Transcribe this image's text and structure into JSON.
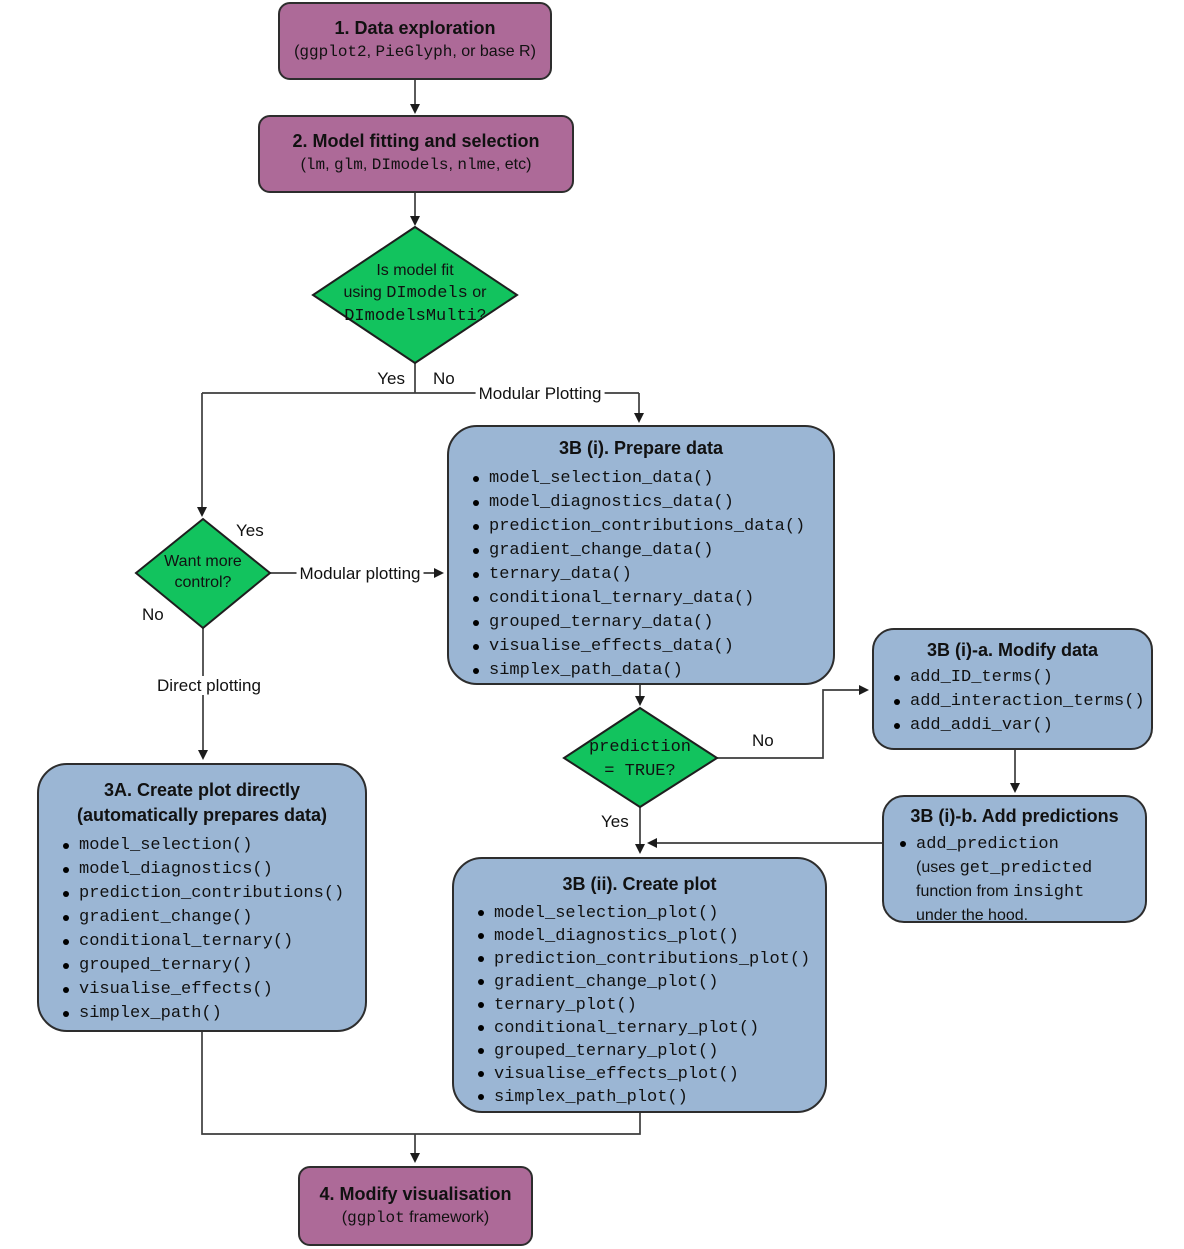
{
  "palette": {
    "purple": "#ad6a98",
    "blue": "#9bb6d4",
    "green": "#12c35e",
    "line": "#3d3d3d"
  },
  "nodes": {
    "step1": {
      "title": "1. Data exploration",
      "subtitle": [
        {
          "t": "(",
          "m": false
        },
        {
          "t": "ggplot2",
          "m": true
        },
        {
          "t": ", ",
          "m": false
        },
        {
          "t": "PieGlyph",
          "m": true
        },
        {
          "t": ", or base R)",
          "m": false
        }
      ]
    },
    "step2": {
      "title": "2. Model fitting and selection",
      "subtitle": [
        {
          "t": "(",
          "m": false
        },
        {
          "t": "lm",
          "m": true
        },
        {
          "t": ", ",
          "m": false
        },
        {
          "t": "glm",
          "m": true
        },
        {
          "t": ", ",
          "m": false
        },
        {
          "t": "DImodels",
          "m": true
        },
        {
          "t": ", ",
          "m": false
        },
        {
          "t": "nlme",
          "m": true
        },
        {
          "t": ", etc)",
          "m": false
        }
      ]
    },
    "d1": {
      "lines": [
        [
          {
            "t": "Is model fit",
            "m": false
          }
        ],
        [
          {
            "t": "using ",
            "m": false
          },
          {
            "t": "DImodels",
            "m": true
          },
          {
            "t": " or",
            "m": false
          }
        ],
        [
          {
            "t": "DImodelsMulti",
            "m": true
          },
          {
            "t": "?",
            "m": false
          }
        ]
      ]
    },
    "want": {
      "lines": [
        [
          {
            "t": "Want more",
            "m": false
          }
        ],
        [
          {
            "t": "control?",
            "m": false
          }
        ]
      ]
    },
    "pred": {
      "lines": [
        [
          {
            "t": "prediction",
            "m": true
          }
        ],
        [
          {
            "t": "= TRUE?",
            "m": true
          }
        ]
      ]
    },
    "a3": {
      "title_line1": "3A. Create plot directly",
      "title_line2": "(automatically prepares data)",
      "items": [
        "model_selection()",
        "model_diagnostics()",
        "prediction_contributions()",
        "gradient_change()",
        "conditional_ternary()",
        "grouped_ternary()",
        "visualise_effects()",
        "simplex_path()"
      ]
    },
    "b3i": {
      "title": "3B (i). Prepare data",
      "items": [
        "model_selection_data()",
        "model_diagnostics_data()",
        "prediction_contributions_data()",
        "gradient_change_data()",
        "ternary_data()",
        "conditional_ternary_data()",
        "grouped_ternary_data()",
        "visualise_effects_data()",
        "simplex_path_data()"
      ]
    },
    "mod": {
      "title": "3B (i)-a. Modify data",
      "items": [
        "add_ID_terms()",
        "add_interaction_terms()",
        "add_addi_var()"
      ]
    },
    "addp": {
      "title": "3B (i)-b. Add predictions",
      "lines": [
        [
          {
            "t": "add_prediction",
            "m": true
          }
        ],
        [
          {
            "t": "(uses ",
            "m": false
          },
          {
            "t": "get_predicted",
            "m": true
          }
        ],
        [
          {
            "t": "function from ",
            "m": false
          },
          {
            "t": "insight",
            "m": true
          }
        ],
        [
          {
            "t": "under the hood.",
            "m": false
          }
        ]
      ]
    },
    "b3ii": {
      "title": "3B (ii). Create plot",
      "items": [
        "model_selection_plot()",
        "model_diagnostics_plot()",
        "prediction_contributions_plot()",
        "gradient_change_plot()",
        "ternary_plot()",
        "conditional_ternary_plot()",
        "grouped_ternary_plot()",
        "visualise_effects_plot()",
        "simplex_path_plot()"
      ]
    },
    "step4": {
      "title": "4. Modify visualisation",
      "subtitle": [
        {
          "t": "(",
          "m": false
        },
        {
          "t": "ggplot",
          "m": true
        },
        {
          "t": " framework)",
          "m": false
        }
      ]
    }
  },
  "labels": {
    "d1_yes": "Yes",
    "d1_no": "No",
    "modular_plotting_top": "Modular Plotting",
    "want_yes": "Yes",
    "modular_plotting_mid": "Modular plotting",
    "want_no": "No",
    "direct_plotting": "Direct plotting",
    "pred_no": "No",
    "pred_yes": "Yes"
  }
}
